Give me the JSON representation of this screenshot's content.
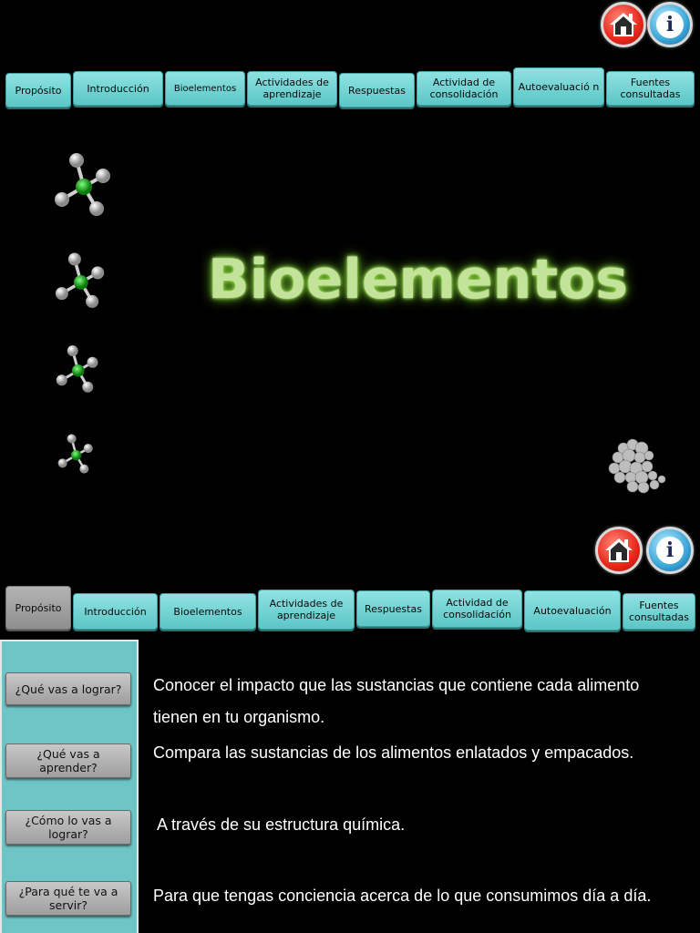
{
  "top_nav": {
    "tabs": [
      {
        "label": "Propósito"
      },
      {
        "label": "Introducción"
      },
      {
        "label": "Bioelementos"
      },
      {
        "label": "Actividades de aprendizaje"
      },
      {
        "label": "Respuestas"
      },
      {
        "label": "Actividad de consolidación"
      },
      {
        "label": "Autoevaluació n"
      },
      {
        "label": "Fuentes consultadas"
      }
    ]
  },
  "title": {
    "text": "Bioelementos"
  },
  "bottom_nav": {
    "tabs": [
      {
        "label": "Propósito"
      },
      {
        "label": "Introducción"
      },
      {
        "label": "Bioelementos"
      },
      {
        "label": "Actividades de aprendizaje"
      },
      {
        "label": "Respuestas"
      },
      {
        "label": "Actividad de consolidación"
      },
      {
        "label": "Autoevaluación"
      },
      {
        "label": "Fuentes consultadas"
      }
    ]
  },
  "proposito": {
    "questions": [
      {
        "label": "¿Qué vas a lograr?"
      },
      {
        "label": "¿Qué vas a aprender?"
      },
      {
        "label": "¿Cómo lo vas a lograr?"
      },
      {
        "label": "¿Para qué te va a servir?"
      }
    ],
    "answers": [
      {
        "text": "Conocer el impacto que las sustancias que contiene cada alimento tienen en tu organismo."
      },
      {
        "text": "Compara las sustancias de los alimentos enlatados y empacados."
      },
      {
        "text": " A través de su estructura química."
      },
      {
        "text": "Para que tengas conciencia acerca de lo que consumimos día a día."
      }
    ]
  },
  "icons": {
    "home": "home-icon",
    "info": "info-icon",
    "molecule": "methane-molecule-icon",
    "protein": "protein-structure-image"
  },
  "colors": {
    "tab": "#6fd0d0",
    "active_tab": "#a6a6a6",
    "title_glow": "#9be34c",
    "panel": "#6ec5c5"
  }
}
